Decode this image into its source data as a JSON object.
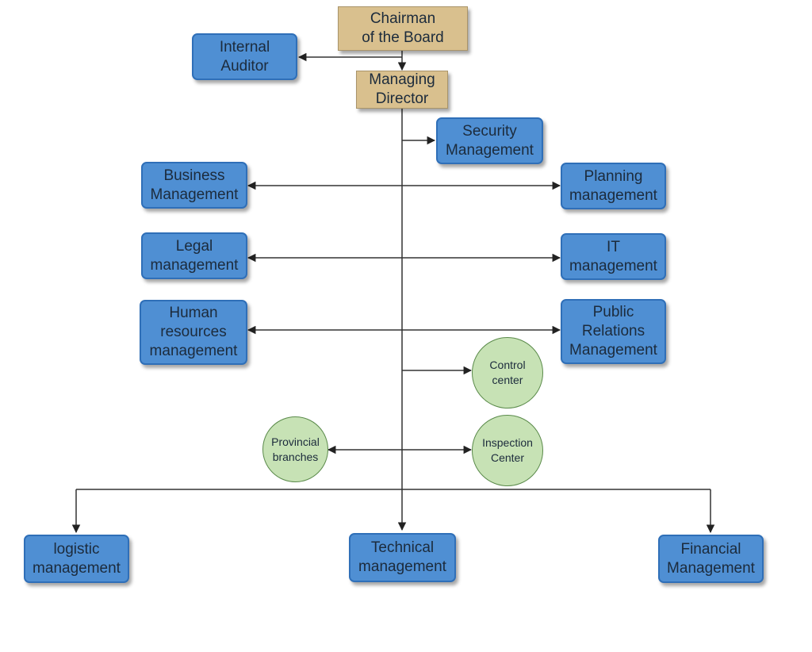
{
  "nodes": {
    "chairman": "Chairman\nof the Board",
    "internal_auditor": "Internal\nAuditor",
    "managing_director": "Managing\nDirector",
    "security": "Security\nManagement",
    "business": "Business\nManagement",
    "planning": "Planning\nmanagement",
    "legal": "Legal\nmanagement",
    "it": "IT\nmanagement",
    "hr": "Human\nresources\nmanagement",
    "pr": "Public\nRelations\nManagement",
    "control_center": "Control\ncenter",
    "provincial_branches": "Provincial\nbranches",
    "inspection_center": "Inspection\nCenter",
    "logistic": "logistic\nmanagement",
    "technical": "Technical\nmanagement",
    "financial": "Financial\nManagement"
  },
  "colors": {
    "executive_box": "#d9c08e",
    "department_box": "#4f8fd3",
    "center_circle": "#c7e2b5",
    "connector": "#222222"
  }
}
